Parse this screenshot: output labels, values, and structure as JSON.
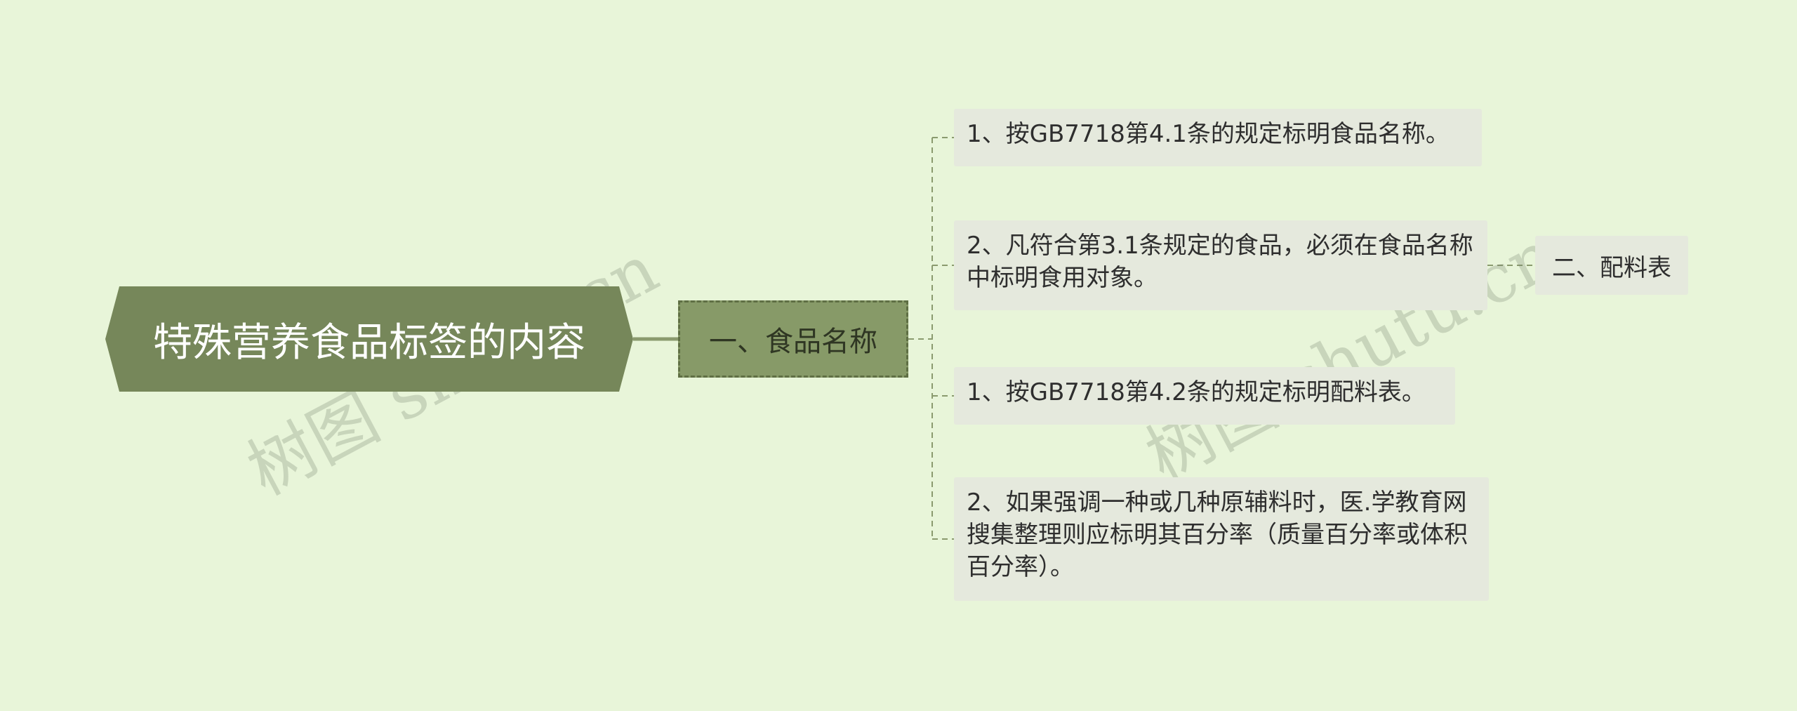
{
  "root": {
    "label": "特殊营养食品标签的内容"
  },
  "branch": {
    "label": "一、食品名称"
  },
  "leaves": [
    {
      "text": "1、按GB7718第4.1条的规定标明食品名称。"
    },
    {
      "text": "2、凡符合第3.1条规定的食品，必须在食品名称中标明食用对象。"
    },
    {
      "text": "1、按GB7718第4.2条的规定标明配料表。"
    },
    {
      "text": "2、如果强调一种或几种原辅料时，医.学教育网搜集整理则应标明其百分率（质量百分率或体积百分率）。"
    }
  ],
  "sub_node": {
    "label": "二、配料表"
  },
  "watermarks": [
    "树图 shutu.cn",
    "树图 shutu.cn"
  ],
  "colors": {
    "background": "#e8f5d9",
    "root_fill": "#76875a",
    "branch_fill": "#879a68",
    "leaf_fill": "#e5e9dd",
    "connector": "#8a9a6e"
  }
}
